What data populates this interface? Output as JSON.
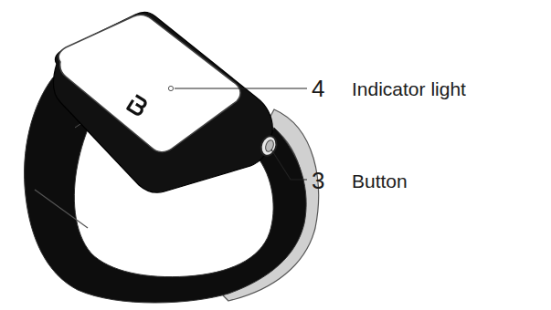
{
  "diagram": {
    "labels": [
      "4",
      "Indicator light",
      "3",
      "Button"
    ]
  }
}
